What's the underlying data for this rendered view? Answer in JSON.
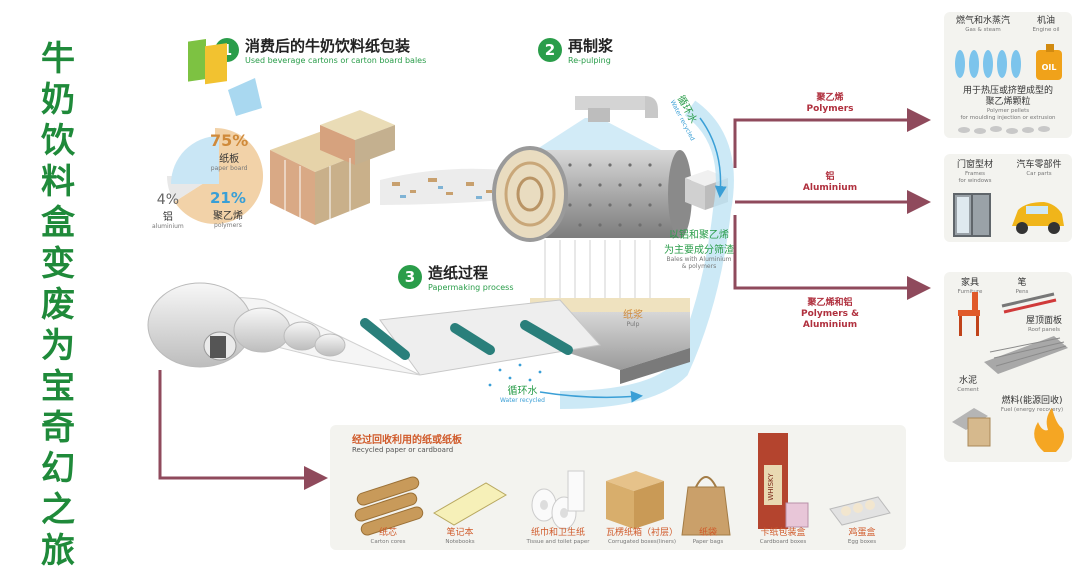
{
  "vertical_title": [
    "牛",
    "奶",
    "饮",
    "料",
    "盒",
    "变",
    "废",
    "为",
    "宝",
    "奇",
    "幻",
    "之",
    "旅"
  ],
  "steps": [
    {
      "num": "1",
      "zh": "消费后的牛奶饮料纸包装",
      "en": "Used beverage cartons or carton board bales"
    },
    {
      "num": "2",
      "zh": "再制浆",
      "en": "Re-pulping"
    },
    {
      "num": "3",
      "zh": "造纸过程",
      "en": "Papermaking process"
    }
  ],
  "composition": {
    "paper": {
      "pct": "75%",
      "zh": "纸板",
      "en": "paper board"
    },
    "polymer": {
      "pct": "21%",
      "zh": "聚乙烯",
      "en": "polymers"
    },
    "aluminium": {
      "pct": "4%",
      "zh": "铝",
      "en": "aluminium"
    }
  },
  "pulper_labels": {
    "water_top": {
      "zh": "循环水",
      "en": "Water recycled"
    },
    "residue": {
      "zh1": "以铝和聚乙烯",
      "zh2": "为主要成分筛渣",
      "en1": "Bales with Aluminium",
      "en2": "& polymers"
    },
    "pulp": {
      "zh": "纸浆",
      "en": "Pulp"
    },
    "water_bottom": {
      "zh": "循环水",
      "en": "Water recycled"
    }
  },
  "outputs": [
    {
      "zh": "聚乙烯",
      "en": "Polymers"
    },
    {
      "zh": "铝",
      "en": "Aluminium"
    },
    {
      "zh": "聚乙烯和铝",
      "en": "Polymers &",
      "en2": "Aluminium"
    }
  ],
  "panel_polymers": {
    "gas": {
      "zh": "燃气和水蒸汽",
      "en": "Gas & steam"
    },
    "oil": {
      "zh": "机油",
      "en": "Engine oil",
      "tag": "OIL"
    },
    "pellets": {
      "zh1": "用于热压或挤塑成型的",
      "zh2": "聚乙烯颗粒",
      "en1": "Polymer pellets",
      "en2": "for moulding injection or extrusion"
    }
  },
  "panel_aluminium": {
    "frames": {
      "zh": "门窗型材",
      "en1": "Frames",
      "en2": "for windows"
    },
    "car": {
      "zh": "汽车零部件",
      "en": "Car parts"
    }
  },
  "panel_mixed": {
    "furniture": {
      "zh": "家具",
      "en": "Furniture"
    },
    "pens": {
      "zh": "笔",
      "en": "Pens"
    },
    "roof": {
      "zh": "屋顶面板",
      "en": "Roof panels"
    },
    "cement": {
      "zh": "水泥",
      "en": "Cement"
    },
    "fuel": {
      "zh": "燃料(能源回收)",
      "en": "Fuel (energy recovery)"
    }
  },
  "recycled_paper": {
    "title_zh": "经过回收利用的纸或纸板",
    "title_en": "Recycled paper or cardboard",
    "items": [
      {
        "zh": "纸芯",
        "en": "Carton cores"
      },
      {
        "zh": "笔记本",
        "en": "Notebooks"
      },
      {
        "zh": "纸巾和卫生纸",
        "en": "Tissue and toilet paper"
      },
      {
        "zh": "瓦楞纸箱（衬层）",
        "en": "Corrugated boxes(liners)"
      },
      {
        "zh": "纸袋",
        "en": "Paper bags"
      },
      {
        "zh": "卡纸包装盒",
        "en": "Cardboard boxes"
      },
      {
        "zh": "鸡蛋盒",
        "en": "Egg boxes"
      }
    ],
    "whisky": "WHISKY"
  },
  "colors": {
    "title_green": "#1f8a3a",
    "step_green": "#2a9d4a",
    "arrow": "#8f4a5c",
    "water": "#5bb7e0",
    "panel": "#f3f3ef"
  }
}
